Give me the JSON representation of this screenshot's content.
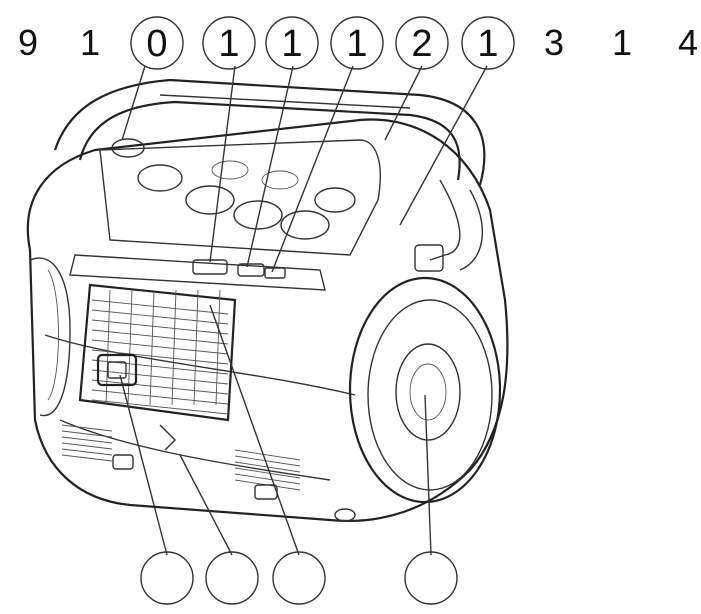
{
  "top_labels": [
    {
      "id": "t1",
      "text": "9",
      "circled": false
    },
    {
      "id": "t2",
      "text": "1",
      "circled": false
    },
    {
      "id": "t3",
      "text": "0",
      "circled": true
    },
    {
      "id": "t4",
      "text": "1",
      "circled": true
    },
    {
      "id": "t5",
      "text": "1",
      "circled": true
    },
    {
      "id": "t6",
      "text": "1",
      "circled": true
    },
    {
      "id": "t7",
      "text": "2",
      "circled": true
    },
    {
      "id": "t8",
      "text": "1",
      "circled": true
    },
    {
      "id": "t9",
      "text": "3",
      "circled": false
    },
    {
      "id": "t10",
      "text": "1",
      "circled": false
    },
    {
      "id": "t11",
      "text": "4",
      "circled": false
    }
  ],
  "bottom_labels": [
    {
      "id": "b1",
      "text": "",
      "circled": true
    },
    {
      "id": "b2",
      "text": "",
      "circled": true
    },
    {
      "id": "b3",
      "text": "",
      "circled": true
    },
    {
      "id": "b4",
      "text": "",
      "circled": true
    }
  ],
  "colors": {
    "ink": "#222222",
    "background": "#ffffff"
  }
}
